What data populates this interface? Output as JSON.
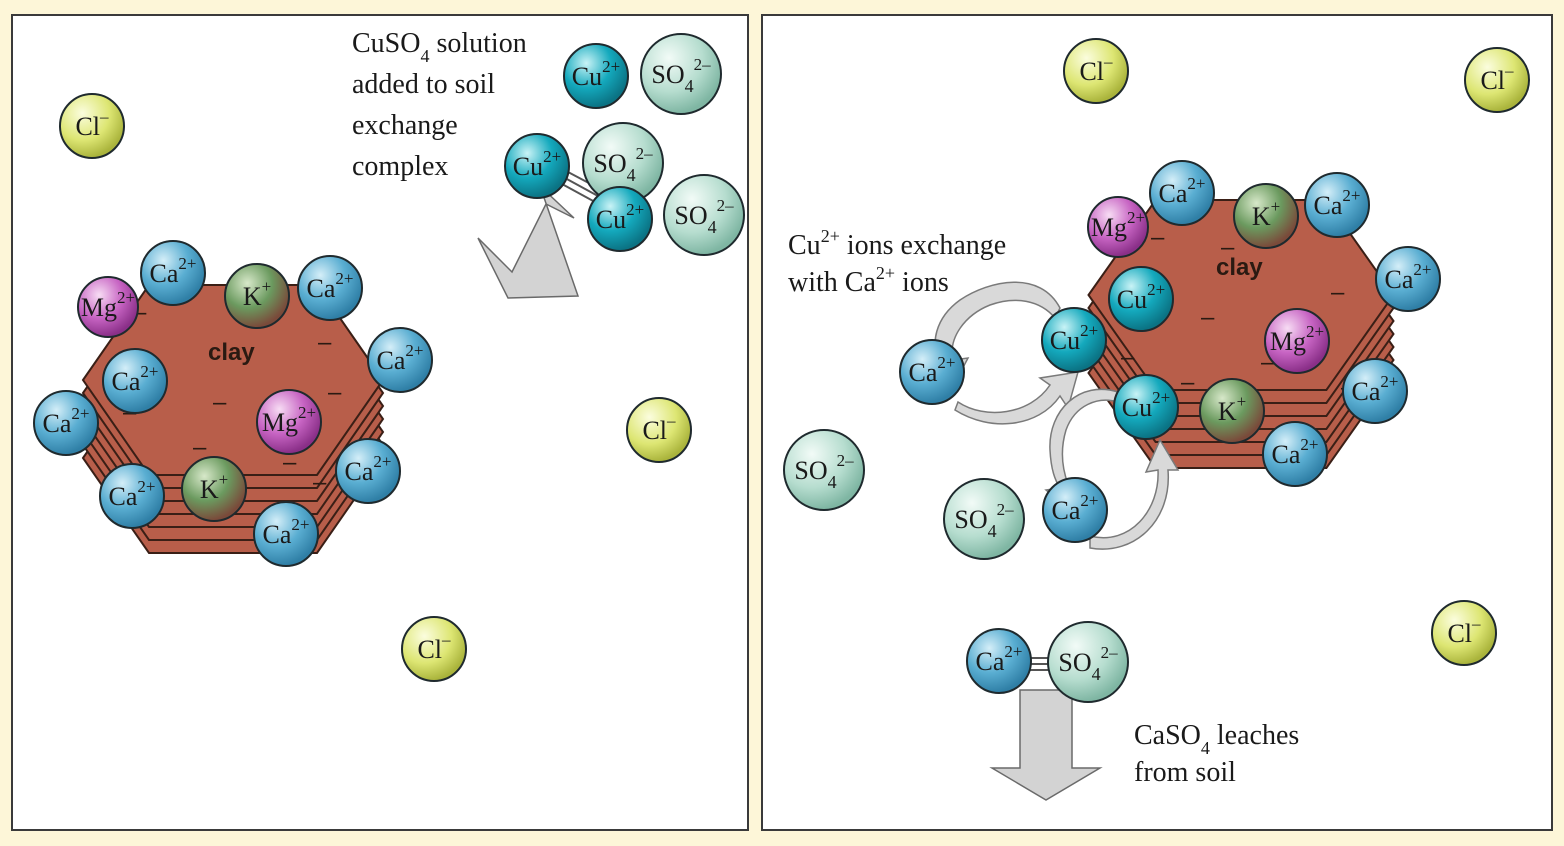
{
  "colors": {
    "background": "#fdf6d8",
    "panel": "#ffffff",
    "clay": "#b85e4a",
    "ca": "#4fa3c9",
    "cu": "#16a6b8",
    "so4": "#b6ddcf",
    "cl": "#d9e46a",
    "k": "#5d8a5a",
    "mg": "#c25fc0",
    "arrow": "#cfcfcf"
  },
  "ions": {
    "cl": "Cl",
    "ca": "Ca",
    "cu": "Cu",
    "so4": "SO",
    "so4_sub": "4",
    "k": "K",
    "mg": "Mg",
    "plus": "+",
    "two_plus": "2+",
    "minus": "–",
    "two_minus": "2–"
  },
  "clay_label": "clay",
  "panel_left": {
    "caption_lines": [
      "CuSO",
      "4",
      " solution",
      "added to soil",
      "exchange",
      "complex"
    ]
  },
  "panel_right": {
    "caption_exchange_1": "Cu",
    "caption_exchange_1_sup": "2+",
    "caption_exchange_1_rest": " ions exchange",
    "caption_exchange_2": "with  Ca",
    "caption_exchange_2_sup": "2+",
    "caption_exchange_2_rest": " ions",
    "caption_leach_1": "CaSO",
    "caption_leach_1_sub": "4",
    "caption_leach_1_rest": " leaches",
    "caption_leach_2": "from soil"
  }
}
